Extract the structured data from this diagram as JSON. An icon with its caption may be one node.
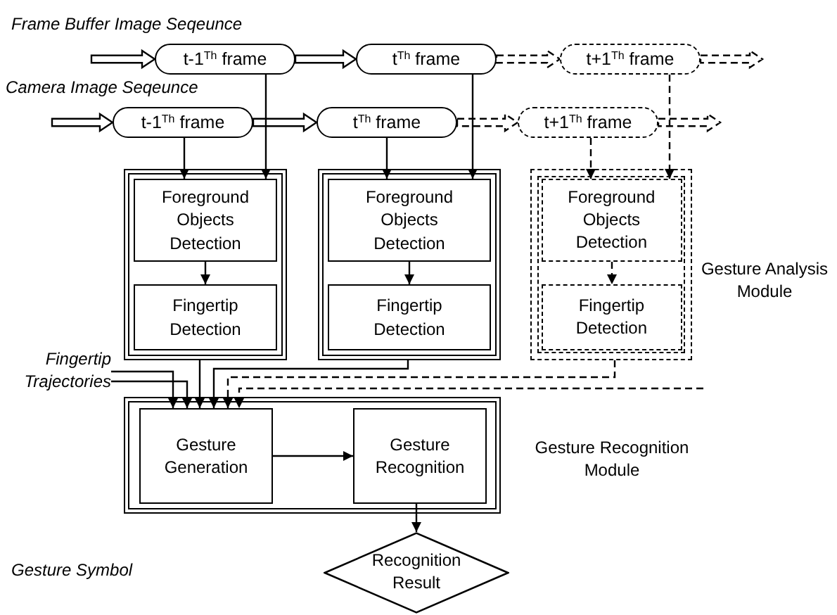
{
  "diagram": {
    "nodes": [
      {
        "text": [
          "t-1$^{Th}$ frame"
        ]
      },
      {
        "text": [
          "t$^{Th}$ frame"
        ]
      },
      {
        "text": [
          "t+1$^{Th}$ frame"
        ]
      },
      {
        "text": [
          "t-1$^{Th}$ frame"
        ]
      },
      {
        "text": [
          "t$^{Th}$ frame"
        ]
      },
      {
        "text": [
          "t+1$^{Th}$ frame"
        ]
      },
      {
        "text": [],
        "shape": "box"
      },
      {
        "text": [
          "Foreground Objects Detection"
        ],
        "in": 6
      },
      {
        "text": [
          "Fingertip Detection"
        ],
        "in": 6
      },
      {
        "text": [],
        "shape": "box"
      },
      {
        "text": [
          "Foreground Objects Detection"
        ],
        "in": 9
      },
      {
        "text": [
          "Fingertip Detection"
        ],
        "in": 9
      },
      {
        "text": [],
        "shape": "box",
        "beside": [
          "Gesture Analysis Module"
        ]
      },
      {
        "text": [
          "Foreground Objects Detection"
        ],
        "in": 12
      },
      {
        "text": [
          "Fingertip Detection"
        ],
        "in": 12
      },
      {
        "text": [
          "Fingertip Trajectories"
        ]
      },
      {
        "text": [],
        "shape": "box",
        "beside": [
          "Gesture Recognition Module"
        ]
      },
      {
        "text": [
          "Gesture Generation"
        ],
        "in": 16
      },
      {
        "text": [
          "Gesture Recognition"
        ],
        "in": 16
      },
      {
        "text": [
          "Recognition Result"
        ]
      }
    ],
    "edges": [
      {
        "from": null,
        "to": 0,
        "arrow": "to"
      },
      {
        "from": 0,
        "to": 1,
        "arrow": "to"
      },
      {
        "from": 1,
        "to": 2,
        "arrow": "to",
        "style": "dashed"
      },
      {
        "from": 2,
        "to": null,
        "arrow": "to",
        "style": "dashed"
      },
      {
        "from": null,
        "to": 3,
        "arrow": "to"
      },
      {
        "from": 3,
        "to": 4,
        "arrow": "to"
      },
      {
        "from": 4,
        "to": 5,
        "arrow": "to",
        "style": "dashed"
      },
      {
        "from": 5,
        "to": null,
        "arrow": "to",
        "style": "dashed"
      },
      {
        "from": 3,
        "to": 7,
        "arrow": "to"
      },
      {
        "from": 0,
        "to": 7,
        "arrow": "to"
      },
      {
        "from": 4,
        "to": 10,
        "arrow": "to"
      },
      {
        "from": 1,
        "to": 10,
        "arrow": "to"
      },
      {
        "from": 5,
        "to": 13,
        "arrow": "to",
        "style": "dashed"
      },
      {
        "from": 2,
        "to": 13,
        "arrow": "to",
        "style": "dashed"
      },
      {
        "from": 7,
        "to": 8,
        "arrow": "to"
      },
      {
        "from": 10,
        "to": 11,
        "arrow": "to"
      },
      {
        "from": 13,
        "to": 14,
        "arrow": "to",
        "style": "dashed"
      },
      {
        "from": 15,
        "to": 17,
        "arrow": "to"
      },
      {
        "from": 15,
        "to": 17,
        "arrow": "to"
      },
      {
        "from": 6,
        "to": 17,
        "arrow": "to"
      },
      {
        "from": 9,
        "to": 17,
        "arrow": "to"
      },
      {
        "from": 12,
        "to": 17,
        "arrow": "to",
        "style": "dashed"
      },
      {
        "from": null,
        "to": 17,
        "arrow": "to",
        "style": "dashed"
      },
      {
        "from": 17,
        "to": 18,
        "arrow": "to"
      },
      {
        "from": 18,
        "to": 19,
        "arrow": "to"
      }
    ],
    "labels": [
      "Frame Buffer Image Seqeunce",
      "Camera Image Seqeunce",
      "Gesture Symbol"
    ]
  }
}
